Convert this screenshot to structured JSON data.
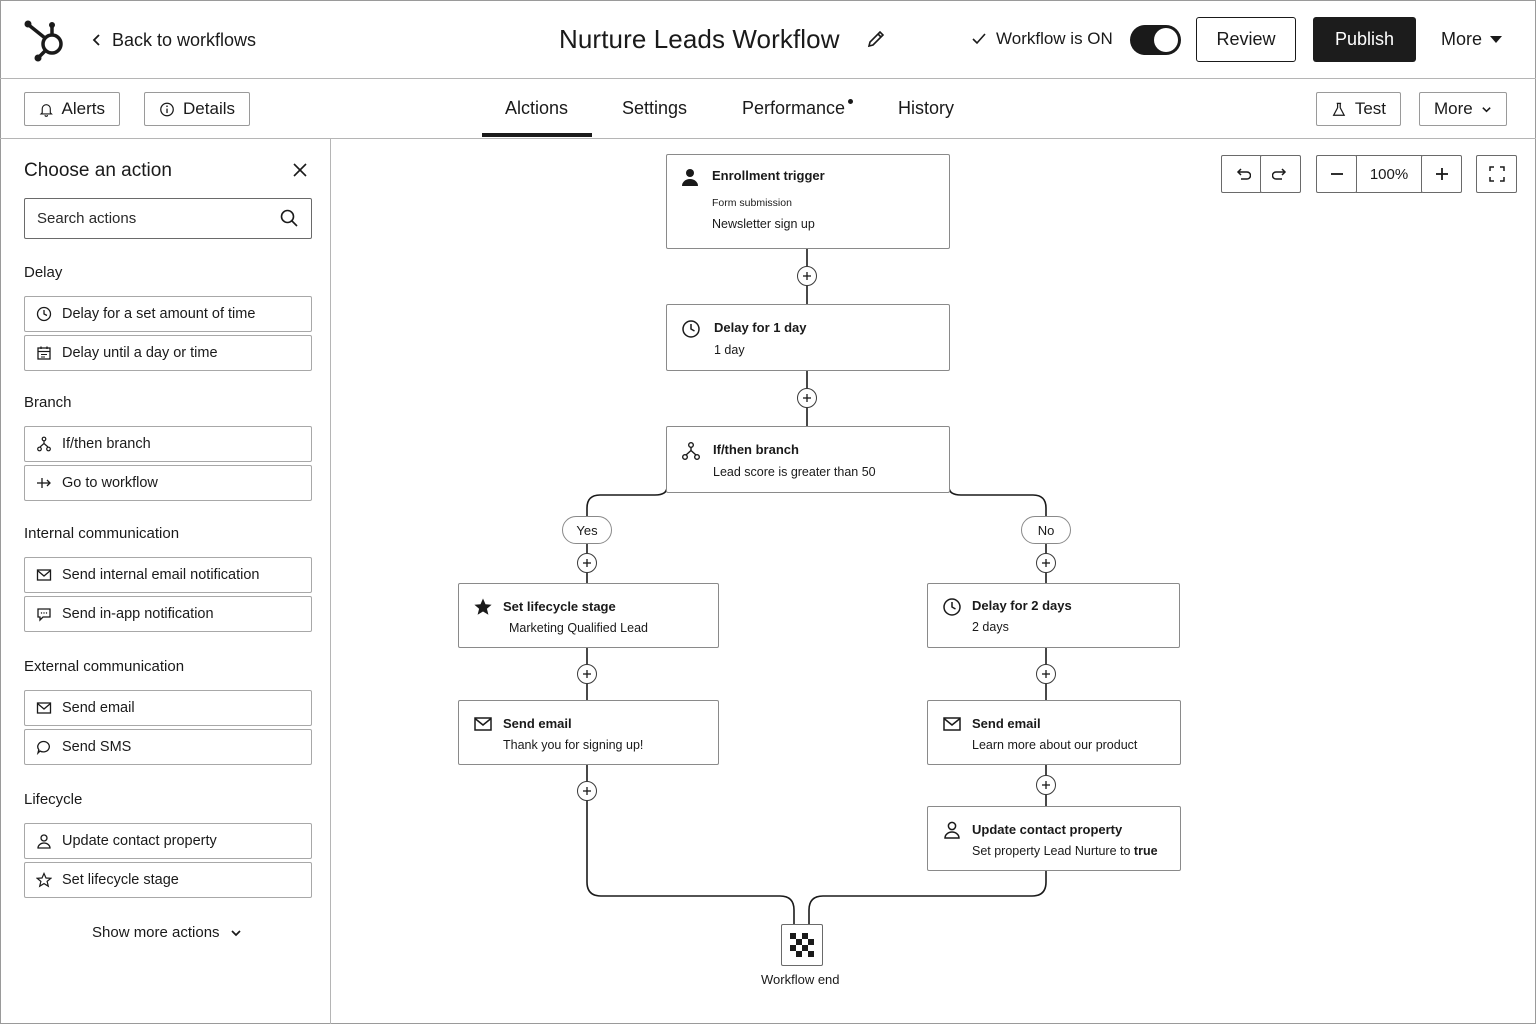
{
  "header": {
    "back_label": "Back to workflows",
    "title": "Nurture Leads Workflow",
    "status_label": "Workflow is ON",
    "review_label": "Review",
    "publish_label": "Publish",
    "more_label": "More"
  },
  "subbar": {
    "alerts_label": "Alerts",
    "details_label": "Details",
    "tabs": [
      {
        "label": "Alctions",
        "active": true
      },
      {
        "label": "Settings"
      },
      {
        "label": "Performance"
      },
      {
        "label": "History"
      }
    ],
    "test_label": "Test",
    "more_label": "More"
  },
  "sidebar": {
    "title": "Choose an action",
    "search_placeholder": "Search actions",
    "sections": [
      {
        "title": "Delay",
        "items": [
          {
            "label": "Delay for a set amount of time",
            "icon": "clock-icon"
          },
          {
            "label": "Delay until a day or time",
            "icon": "calendar-icon"
          }
        ]
      },
      {
        "title": "Branch",
        "items": [
          {
            "label": "If/then branch",
            "icon": "branch-icon"
          },
          {
            "label": "Go to workflow",
            "icon": "go-to-workflow-icon"
          }
        ]
      },
      {
        "title": "Internal communication",
        "items": [
          {
            "label": "Send internal email notification",
            "icon": "mail-icon"
          },
          {
            "label": "Send in-app notification",
            "icon": "chat-icon"
          }
        ]
      },
      {
        "title": "External communication",
        "items": [
          {
            "label": "Send email",
            "icon": "mail-icon"
          },
          {
            "label": "Send SMS",
            "icon": "sms-icon"
          }
        ]
      },
      {
        "title": "Lifecycle",
        "items": [
          {
            "label": "Update contact property",
            "icon": "person-icon"
          },
          {
            "label": "Set lifecycle stage",
            "icon": "star-icon"
          }
        ]
      }
    ],
    "show_more_label": "Show more actions"
  },
  "canvas": {
    "zoom": "100%",
    "nodes": {
      "trigger": {
        "title": "Enrollment trigger",
        "small": "Form submission",
        "sub": "Newsletter sign up"
      },
      "delay1": {
        "title": "Delay for 1 day",
        "sub": "1 day"
      },
      "branch": {
        "title": "If/then branch",
        "sub": "Lead score is greater than 50"
      },
      "yes_label": "Yes",
      "no_label": "No",
      "lifecycle": {
        "title": "Set lifecycle stage",
        "sub": "Marketing Qualified Lead"
      },
      "email_yes": {
        "title": "Send email",
        "sub": "Thank you for signing up!"
      },
      "delay2": {
        "title": "Delay for 2 days",
        "sub": "2 days"
      },
      "email_no": {
        "title": "Send email",
        "sub": "Learn more about our product"
      },
      "update": {
        "title": "Update contact property",
        "sub_prefix": "Set property Lead Nurture to",
        "sub_value": "true"
      },
      "end_label": "Workflow end"
    }
  },
  "colors": {
    "ink": "#1a1a1a",
    "border": "#8a8a8a",
    "publish_bg": "#1c1c1c"
  }
}
